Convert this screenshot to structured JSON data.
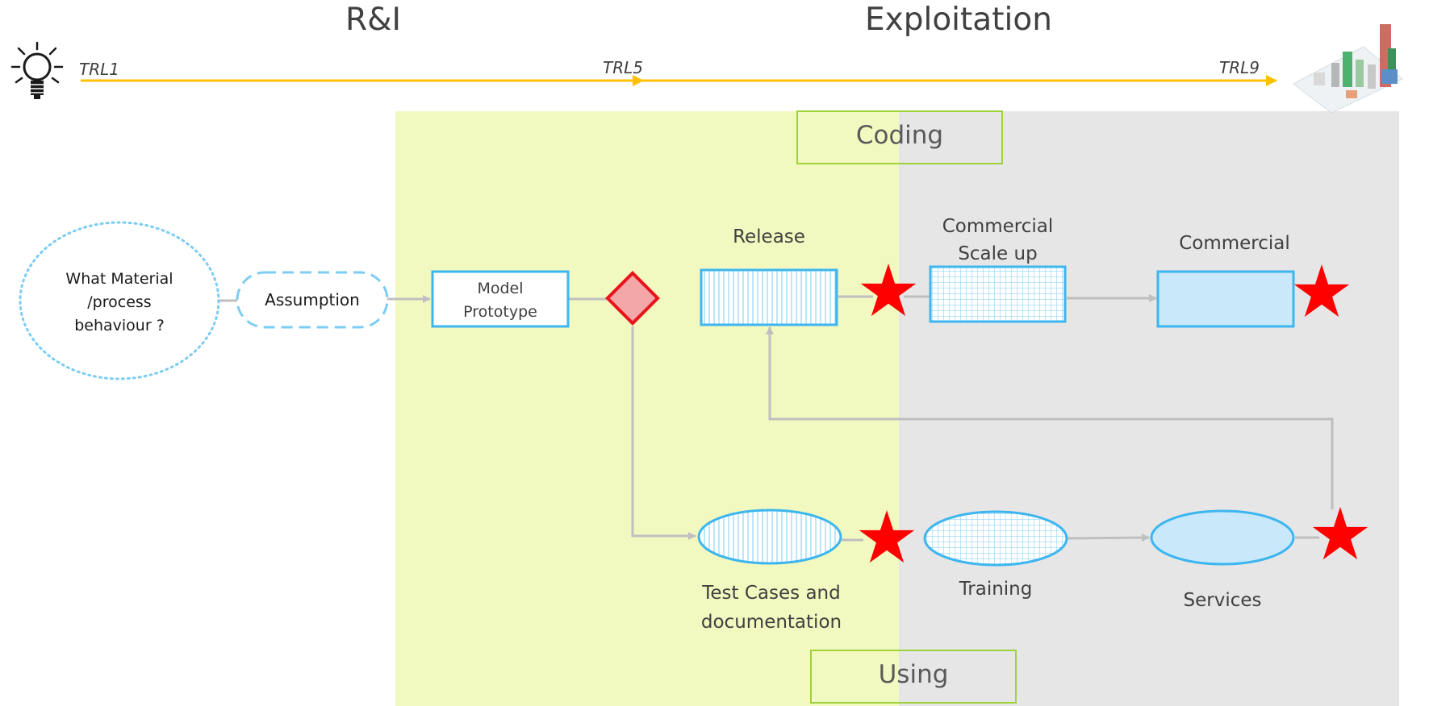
{
  "phases": {
    "left": "R&I",
    "right": "Exploitation"
  },
  "trl": {
    "start": "TRL1",
    "mid": "TRL5",
    "end": "TRL9"
  },
  "sections": {
    "top": "Coding",
    "bottom": "Using"
  },
  "nodes": {
    "question": [
      "What Material",
      "/process",
      "behaviour ?"
    ],
    "assumption": "Assumption",
    "prototype": [
      "Model",
      "Prototype"
    ],
    "release": "Release",
    "scaleup": [
      "Commercial",
      "Scale up"
    ],
    "commercial": "Commercial",
    "testcases": [
      "Test Cases and",
      "documentation"
    ],
    "training": "Training",
    "services": "Services"
  },
  "colors": {
    "rni_background": "#f2f9c0",
    "exploitation_background": "#e6e6e6",
    "trl_arrow": "#ffc000",
    "node_border": "#3db6f0",
    "node_fill_light": "#c9e9fb",
    "decision": "#e8141b",
    "milestone_star": "#ff0000",
    "connector": "#bfbfbf",
    "section_border": "#9fd13b"
  },
  "icons": [
    "lightbulb-icon",
    "city-model-icon",
    "star-icon"
  ]
}
